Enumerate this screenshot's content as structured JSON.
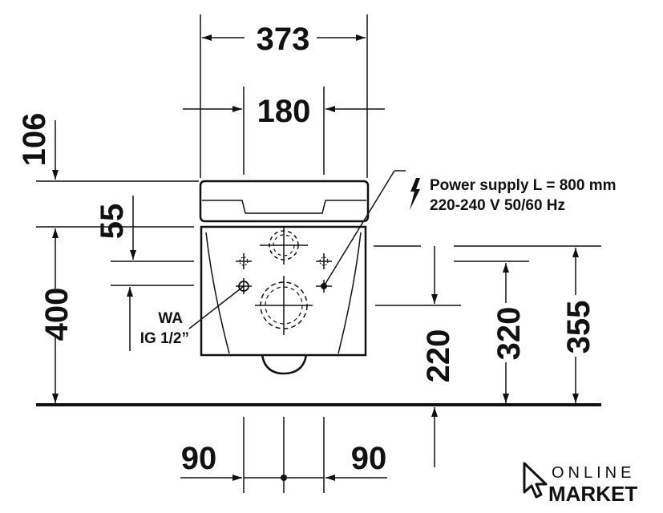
{
  "dimensions": {
    "overall_width": "373",
    "seat_width": "180",
    "top_offset": "106",
    "inner_offset": "55",
    "height_400": "400",
    "height_220": "220",
    "height_320": "320",
    "height_355": "355",
    "left_90": "90",
    "right_90": "90"
  },
  "annotations": {
    "power_line1": "Power supply L = 800 mm",
    "power_line2": "220-240 V  50/60 Hz",
    "water_line1": "WA",
    "water_line2": "IG 1/2”"
  },
  "logo": {
    "line1": "ONLINE",
    "line2": "MARKET"
  },
  "icons": [
    "lightning-icon",
    "cursor-icon"
  ],
  "colors": {
    "ink": "#111111",
    "background": "#ffffff"
  }
}
